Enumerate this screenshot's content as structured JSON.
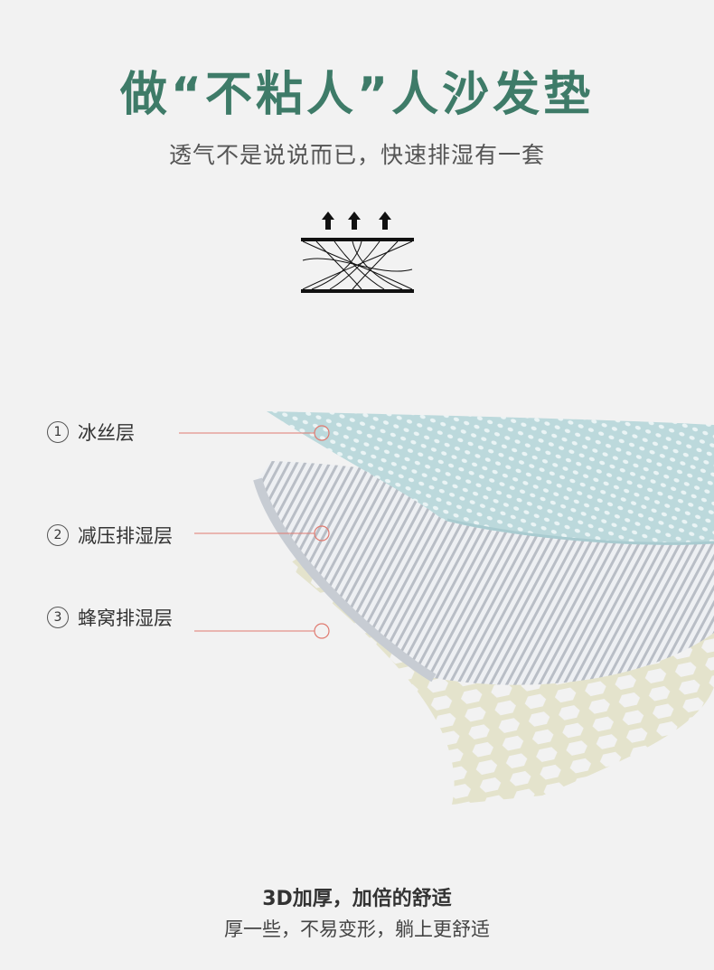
{
  "header": {
    "title": "做“不粘人”人沙发垫",
    "subtitle": "透气不是说说而已，快速排湿有一套"
  },
  "icon": {
    "name": "breathable-fabric-icon"
  },
  "layers": [
    {
      "num": "1",
      "name": "冰丝层"
    },
    {
      "num": "2",
      "name": "减压排湿层"
    },
    {
      "num": "3",
      "name": "蜂窝排湿层"
    }
  ],
  "footer": {
    "headline": "3D加厚，加倍的舒适",
    "sub": "厚一些，不易变形，躺上更舒适"
  },
  "colors": {
    "accent": "#3e7b68",
    "ice_layer": "#bcd9dc",
    "middle_layer": "#e4e6ea",
    "honeycomb_layer": "#e4e3cc",
    "callout": "#e07a70"
  }
}
